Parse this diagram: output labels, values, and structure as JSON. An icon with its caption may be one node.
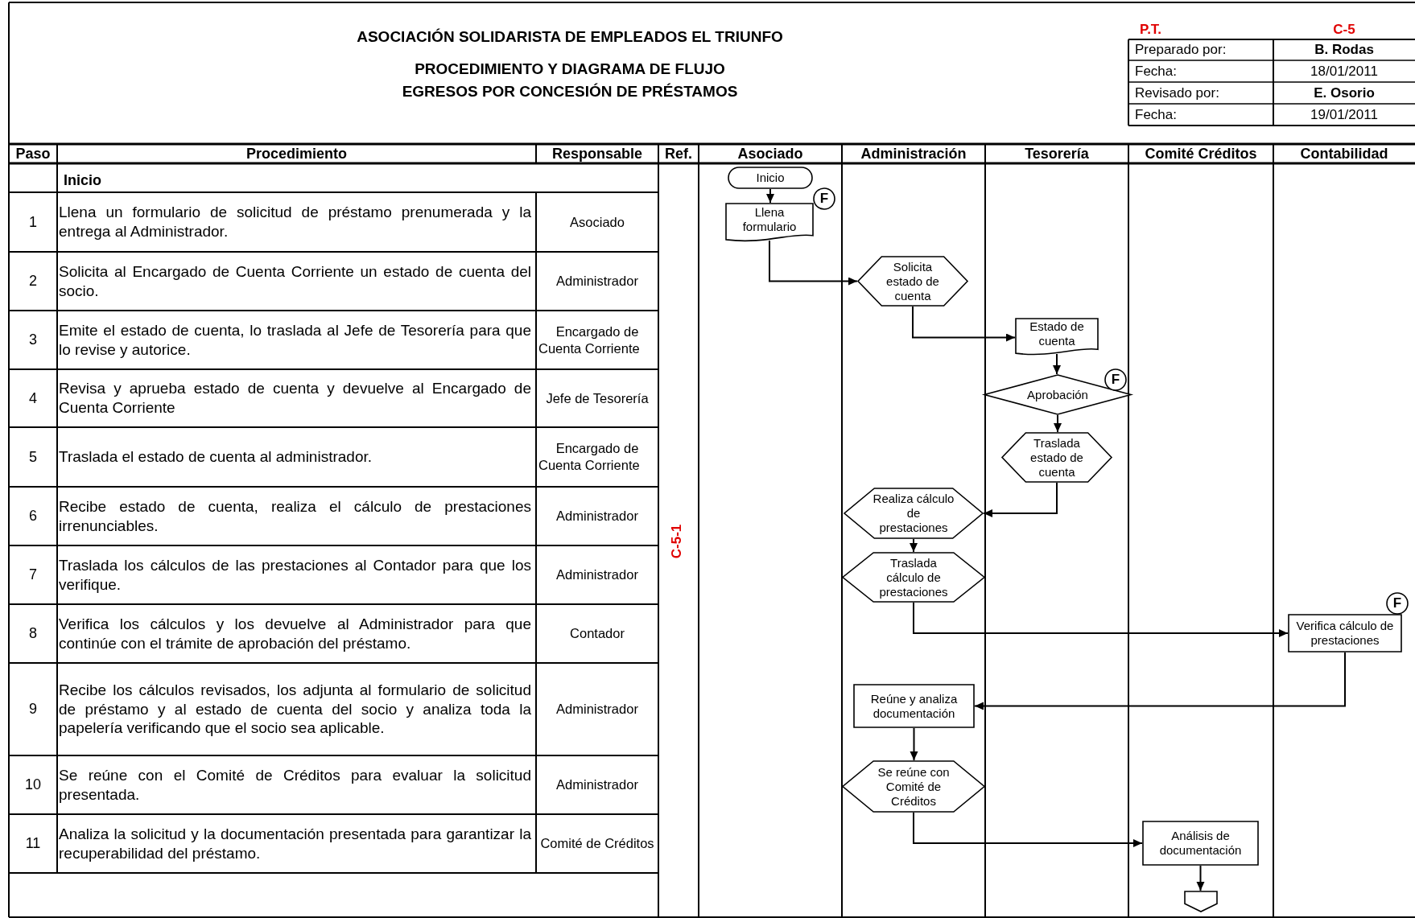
{
  "diagram": {
    "title": "ASOCIACIÓN SOLIDARISTA DE EMPLEADOS EL TRIUNFO",
    "nodes": [
      {
        "text": [
          "Inicio"
        ]
      },
      {
        "text": [
          "F"
        ]
      },
      {
        "text": [
          "Llena formulario"
        ]
      },
      {
        "text": [
          "Solicita estado de cuenta"
        ]
      },
      {
        "text": [
          "Estado de cuenta"
        ]
      },
      {
        "text": [
          "Aprobación"
        ]
      },
      {
        "text": [
          "F"
        ]
      },
      {
        "text": [
          "Traslada estado de cuenta"
        ]
      },
      {
        "text": [
          "Realiza cálculo de prestaciones"
        ]
      },
      {
        "text": [
          "Traslada cálculo de prestaciones"
        ]
      },
      {
        "text": [
          "F"
        ]
      },
      {
        "text": [
          "Verifica cálculo de prestaciones"
        ]
      },
      {
        "text": [
          "Reúne y analiza documentación"
        ]
      },
      {
        "text": [
          "Se reúne con Comité de Créditos"
        ]
      },
      {
        "text": [
          "Análisis de documentación"
        ]
      },
      {
        "text": [],
        "shape": "pentagon"
      }
    ],
    "edges": [
      {
        "from": 0,
        "to": 2,
        "arrow": "to"
      },
      {
        "from": 2,
        "to": 3,
        "arrow": "to"
      },
      {
        "from": 3,
        "to": 4,
        "arrow": "to"
      },
      {
        "from": 4,
        "to": 5,
        "arrow": "to"
      },
      {
        "from": 5,
        "to": 7,
        "arrow": "to"
      },
      {
        "from": 7,
        "to": 8,
        "arrow": "to"
      },
      {
        "from": 8,
        "to": 9,
        "arrow": "to"
      },
      {
        "from": 9,
        "to": 11,
        "arrow": "to"
      },
      {
        "from": 11,
        "to": 12,
        "arrow": "to"
      },
      {
        "from": 12,
        "to": 13,
        "arrow": "to"
      },
      {
        "from": 13,
        "to": 14,
        "arrow": "to"
      },
      {
        "from": 14,
        "to": 15,
        "arrow": "to"
      }
    ],
    "labels": [
      "PROCEDIMIENTO Y DIAGRAMA DE FLUJO",
      "EGRESOS POR CONCESIÓN DE PRÉSTAMOS",
      "P.T.",
      "C-5",
      "Preparado por:",
      "B. Rodas",
      "Fecha:",
      "18/01/2011",
      "Revisado por:",
      "E. Osorio",
      "Fecha:",
      "19/01/2011",
      "Paso",
      "Procedimiento",
      "Responsable",
      "Ref.",
      "Asociado",
      "Administración",
      "Tesorería",
      "Comité Créditos",
      "Contabilidad",
      "Inicio",
      "1",
      "Llena un formulario de solicitud de préstamo prenumerada y la entrega al Administrador.",
      "Asociado",
      "2",
      "Solicita al Encargado de Cuenta Corriente un estado de cuenta del socio.",
      "Administrador",
      "3",
      "Emite el estado de cuenta, lo traslada al Jefe de Tesorería para que lo revise y autorice.",
      "Encargado de Cuenta Corriente",
      "4",
      "Revisa y aprueba estado de cuenta y devuelve al Encargado de Cuenta Corriente",
      "Jefe de Tesorería",
      "5",
      "Traslada el estado de cuenta al administrador.",
      "Encargado de Cuenta Corriente",
      "6",
      "Recibe estado de cuenta, realiza el cálculo de prestaciones irrenunciables.",
      "Administrador",
      "7",
      "Traslada los cálculos de las prestaciones al Contador para que los verifique.",
      "Administrador",
      "8",
      "Verifica los cálculos y los devuelve al Administrador para que continúe con el trámite de aprobación del préstamo.",
      "Contador",
      "9",
      "Recibe los cálculos revisados, los adjunta al formulario de solicitud de préstamo y al estado de cuenta del socio y analiza toda la papelería verificando que el socio sea aplicable.",
      "Administrador",
      "10",
      "Se reúne con el Comité de Créditos para evaluar la solicitud presentada.",
      "Administrador",
      "11",
      "Analiza la solicitud y la documentación presentada para garantizar la recuperabilidad del préstamo.",
      "Comité de Créditos",
      "C-5-1"
    ]
  }
}
